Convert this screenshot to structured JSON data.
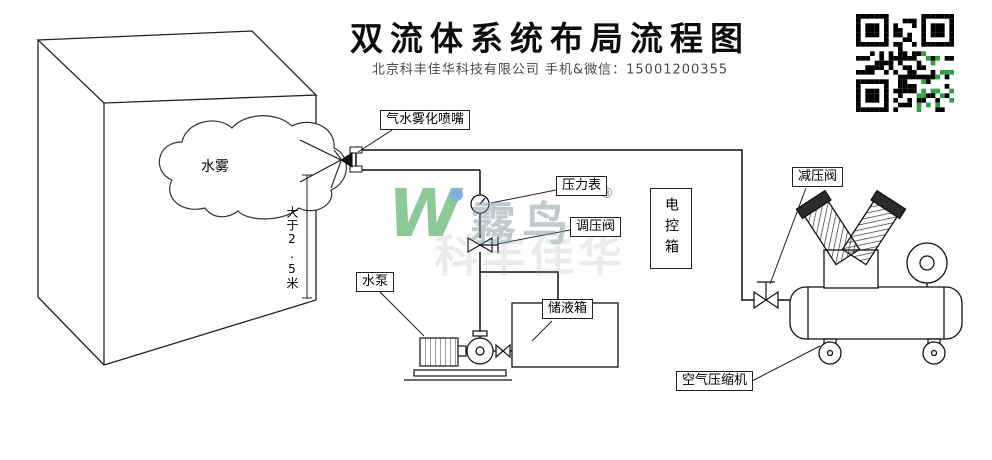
{
  "header": {
    "title": "双流体系统布局流程图",
    "subtitle": "北京科丰佳华科技有限公司 手机&微信：15001200355"
  },
  "labels": {
    "mist": "水雾",
    "nozzle": "气水雾化喷嘴",
    "pressure_gauge": "压力表",
    "regulator_valve": "调压阀",
    "control_box": "电控箱",
    "dimension": "大于2.5米",
    "pump": "水泵",
    "tank": "储液箱",
    "reducing_valve": "减压阀",
    "compressor": "空气压缩机"
  },
  "watermark": {
    "logo_letter": "W",
    "brand": "霧鸟",
    "registered": "®",
    "brand_bg": "科丰佳华"
  },
  "colors": {
    "green": "#2e9e43",
    "blue": "#1f6fd0"
  }
}
